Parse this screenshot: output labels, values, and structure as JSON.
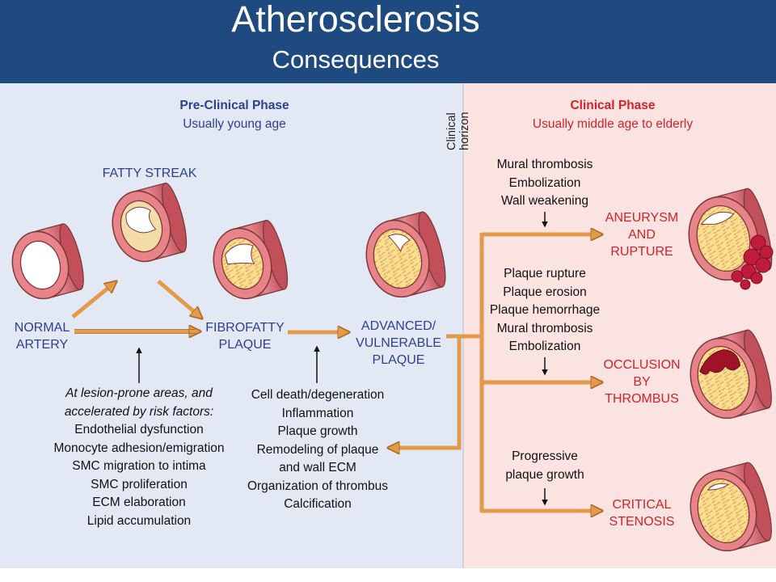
{
  "header": {
    "title": "Atherosclerosis",
    "subtitle": "Consequences"
  },
  "preclinical": {
    "title": "Pre-Clinical Phase",
    "subtitle": "Usually young age"
  },
  "clinical": {
    "title": "Clinical Phase",
    "subtitle": "Usually middle age to elderly"
  },
  "horizon": [
    "Clinical",
    "horizon"
  ],
  "stages": {
    "normal": [
      "NORMAL",
      "ARTERY"
    ],
    "fatty": "FATTY STREAK",
    "fibro": [
      "FIBROFATTY",
      "PLAQUE"
    ],
    "advanced": [
      "ADVANCED/",
      "VULNERABLE",
      "PLAQUE"
    ]
  },
  "risk_heading": [
    "At lesion-prone areas, and",
    "accelerated by risk factors:"
  ],
  "risk_factors": [
    "Endothelial dysfunction",
    "Monocyte adhesion/emigration",
    "SMC migration to intima",
    "SMC proliferation",
    "ECM elaboration",
    "Lipid accumulation"
  ],
  "progression": [
    "Cell death/degeneration",
    "Inflammation",
    "Plaque growth",
    "Remodeling of plaque",
    "and wall ECM",
    "Organization of thrombus",
    "Calcification"
  ],
  "aneurysm_causes": [
    "Mural thrombosis",
    "Embolization",
    "Wall weakening"
  ],
  "occlusion_causes": [
    "Plaque rupture",
    "Plaque erosion",
    "Plaque hemorrhage",
    "Mural thrombosis",
    "Embolization"
  ],
  "stenosis_causes": [
    "Progressive",
    "plaque growth"
  ],
  "outcomes": {
    "aneurysm": [
      "ANEURYSM",
      "AND",
      "RUPTURE"
    ],
    "occlusion": [
      "OCCLUSION",
      "BY",
      "THROMBUS"
    ],
    "stenosis": [
      "CRITICAL",
      "STENOSIS"
    ]
  },
  "colors": {
    "header": "#1f4a7f",
    "preclinical_bg": "#e3e9f4",
    "clinical_bg": "#fbe3e2",
    "label_blue": "#2e3f8f",
    "label_red": "#d32228",
    "arrow": "#e39a4a",
    "artery_wall": "#d9606b",
    "plaque": "#f6df8f"
  }
}
